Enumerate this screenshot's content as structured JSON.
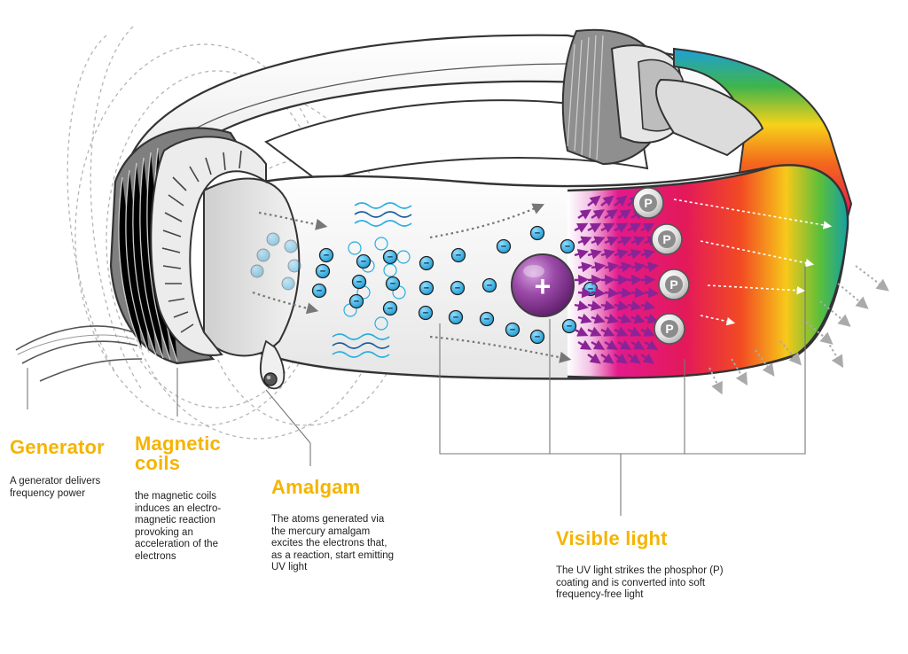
{
  "colors": {
    "accent": "#f5b400",
    "electron": "#29aee0",
    "nucleus": "#8e3a9b",
    "uv_arrows": "#8a2496",
    "phosphor": "#9c9c9c"
  },
  "diagram": {
    "electron_symbol": "−",
    "nucleus_symbol": "+",
    "phosphor_symbol": "P",
    "icons": [
      "generator-wire-icon",
      "magnetic-coil-icon",
      "electron-icon",
      "nucleus-icon",
      "uv-wave-icon",
      "phosphor-icon",
      "light-ray-icon"
    ]
  },
  "callouts": {
    "generator": {
      "title": "Generator",
      "text": "A generator delivers frequency power"
    },
    "coils": {
      "title_line1": "Magnetic",
      "title_line2": "coils",
      "text": "the magnetic coils induces an electro-magnetic reaction provoking an acceleration of the electrons"
    },
    "amalgam": {
      "title": "Amalgam",
      "text": "The atoms generated via the mercury amalgam excites the electrons that, as a reaction, start emitting UV light"
    },
    "visible": {
      "title": "Visible light",
      "text": "The UV light strikes the phosphor (P) coating and is converted into soft frequency-free light"
    }
  }
}
